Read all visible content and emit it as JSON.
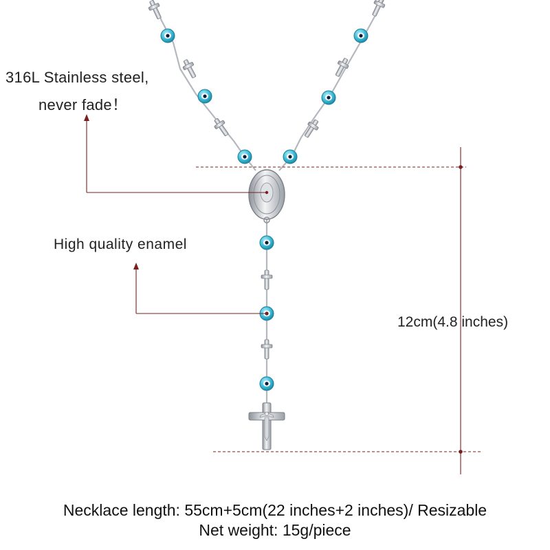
{
  "callouts": {
    "material_line1": "316L Stainless steel,",
    "material_line2": "never fade！",
    "enamel": "High quality enamel"
  },
  "dimension": {
    "pendant_drop": "12cm(4.8 inches)"
  },
  "specs": {
    "necklace_length": "Necklace length: 55cm+5cm(22 inches+2 inches)/ Resizable",
    "net_weight": "Net weight: 15g/piece"
  },
  "colors": {
    "annotation_line": "#7a1f1f",
    "bead_blue": "#2fb0cf",
    "steel": "#c9ccd1"
  }
}
